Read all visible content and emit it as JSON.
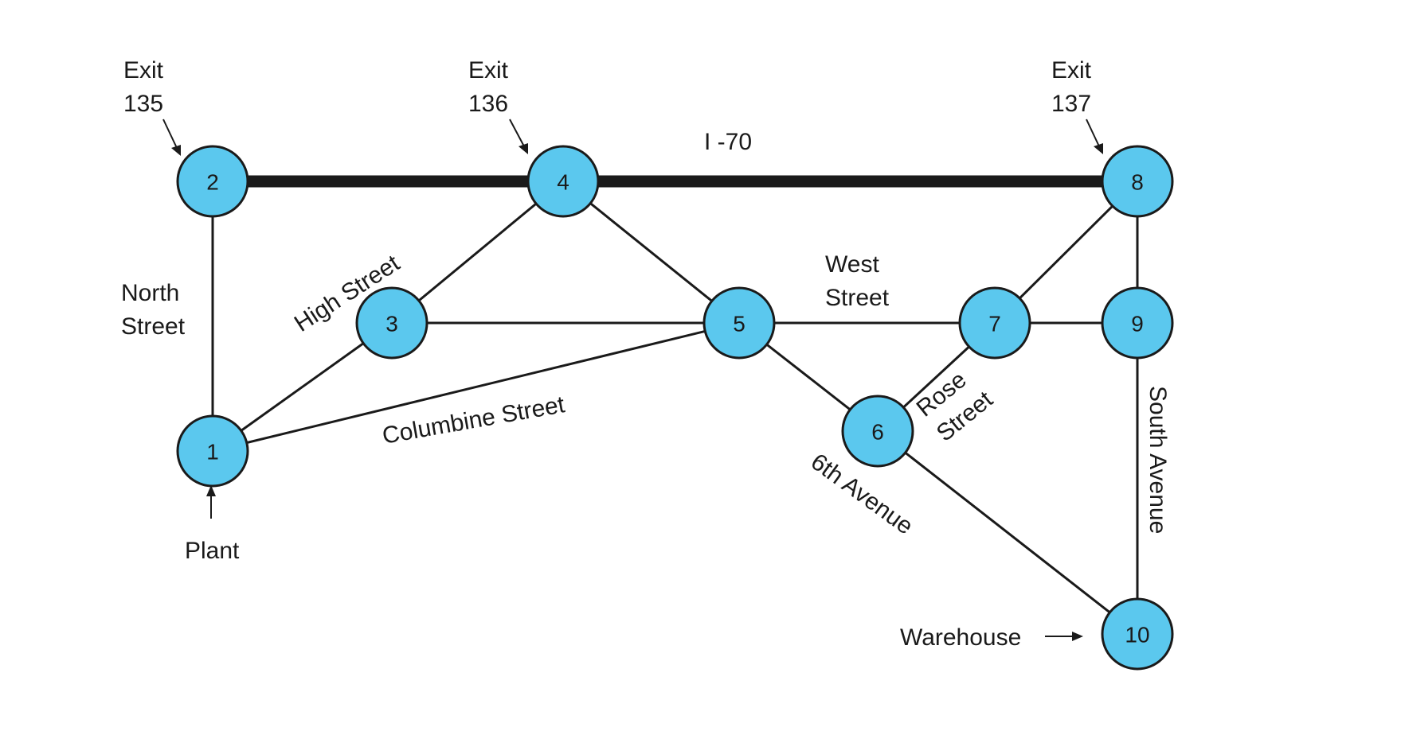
{
  "nodes": [
    {
      "id": "1",
      "label": "1"
    },
    {
      "id": "2",
      "label": "2"
    },
    {
      "id": "3",
      "label": "3"
    },
    {
      "id": "4",
      "label": "4"
    },
    {
      "id": "5",
      "label": "5"
    },
    {
      "id": "6",
      "label": "6"
    },
    {
      "id": "7",
      "label": "7"
    },
    {
      "id": "8",
      "label": "8"
    },
    {
      "id": "9",
      "label": "9"
    },
    {
      "id": "10",
      "label": "10"
    }
  ],
  "edges": [
    {
      "from": "2",
      "to": "4",
      "highway": true
    },
    {
      "from": "4",
      "to": "8",
      "highway": true
    },
    {
      "from": "2",
      "to": "1"
    },
    {
      "from": "1",
      "to": "3"
    },
    {
      "from": "3",
      "to": "4"
    },
    {
      "from": "3",
      "to": "5"
    },
    {
      "from": "4",
      "to": "5"
    },
    {
      "from": "1",
      "to": "5"
    },
    {
      "from": "5",
      "to": "7"
    },
    {
      "from": "5",
      "to": "6"
    },
    {
      "from": "6",
      "to": "7"
    },
    {
      "from": "7",
      "to": "8"
    },
    {
      "from": "7",
      "to": "9"
    },
    {
      "from": "8",
      "to": "9"
    },
    {
      "from": "9",
      "to": "10"
    },
    {
      "from": "6",
      "to": "10"
    }
  ],
  "labels": {
    "exit135": [
      "Exit",
      "135"
    ],
    "exit136": [
      "Exit",
      "136"
    ],
    "exit137": [
      "Exit",
      "137"
    ],
    "i70": "I -70",
    "north_street": [
      "North",
      "Street"
    ],
    "high_street": "High Street",
    "west_street": [
      "West",
      "Street"
    ],
    "columbine_street": "Columbine Street",
    "rose_street": [
      "Rose",
      "Street"
    ],
    "sixth_avenue": "6th Avenue",
    "south_avenue": "South Avenue",
    "plant": "Plant",
    "warehouse": "Warehouse"
  },
  "colors": {
    "node_fill": "#5bc8ee",
    "stroke": "#1a1a1a"
  }
}
